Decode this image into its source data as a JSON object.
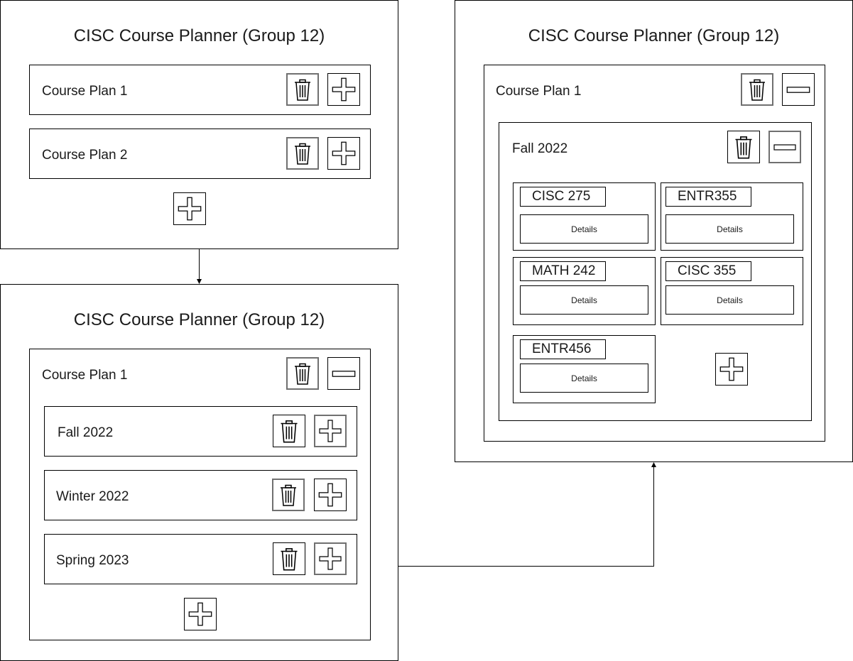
{
  "screen1": {
    "title": "CISC Course Planner (Group 12)",
    "plans": [
      {
        "label": "Course Plan 1"
      },
      {
        "label": "Course Plan 2"
      }
    ]
  },
  "screen2": {
    "title": "CISC Course Planner (Group 12)",
    "plan": {
      "label": "Course Plan 1"
    },
    "terms": [
      {
        "label": "Fall 2022"
      },
      {
        "label": "Winter 2022"
      },
      {
        "label": "Spring 2023"
      }
    ]
  },
  "screen3": {
    "title": "CISC Course Planner (Group 12)",
    "plan": {
      "label": "Course Plan 1"
    },
    "term": {
      "label": "Fall 2022"
    },
    "courses": [
      {
        "code": "CISC 275",
        "details": "Details"
      },
      {
        "code": "ENTR355",
        "details": "Details"
      },
      {
        "code": "MATH 242",
        "details": "Details"
      },
      {
        "code": "CISC 355",
        "details": "Details"
      },
      {
        "code": "ENTR456",
        "details": "Details"
      }
    ]
  },
  "icons": {
    "delete": "trash-icon",
    "expand": "plus-icon",
    "collapse": "minus-icon"
  }
}
